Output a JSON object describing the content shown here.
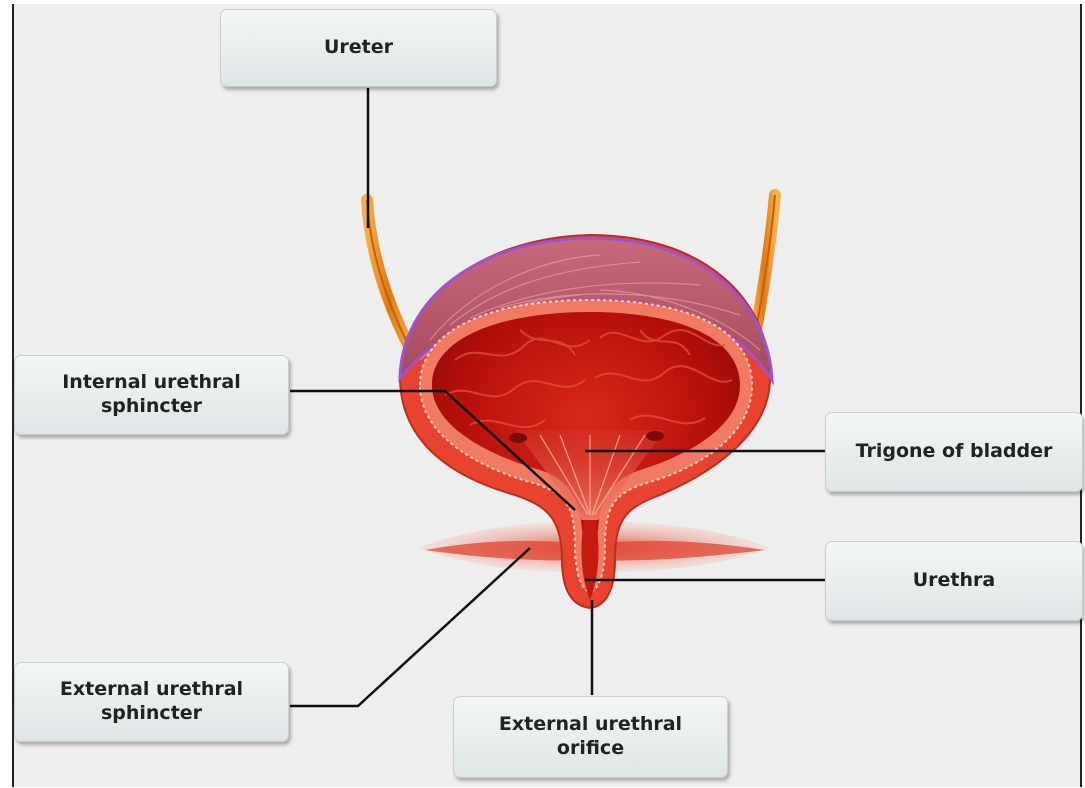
{
  "labels": {
    "ureter": "Ureter",
    "internal_urethral_sphincter": "Internal urethral\nsphincter",
    "trigone_of_bladder": "Trigone of bladder",
    "urethra": "Urethra",
    "external_urethral_sphincter": "External urethral\nsphincter",
    "external_urethral_orifice": "External urethral\norifice"
  },
  "colors": {
    "background": "#eeeeee",
    "bladder_wall": "#e8432e",
    "bladder_interior": "#c8150e",
    "bladder_dome": "#b2566a",
    "dome_outline": "#a052c8",
    "ureter": "#e58a1c",
    "leader_line": "#111111"
  }
}
